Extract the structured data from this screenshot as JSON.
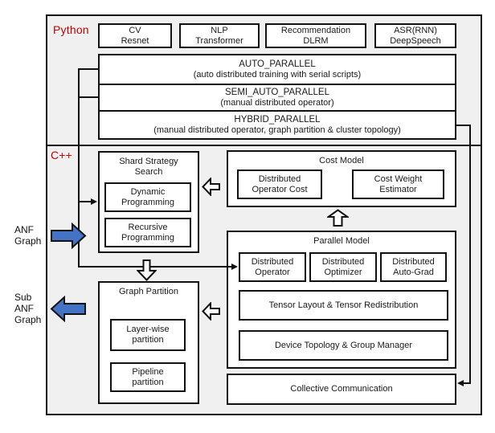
{
  "colors": {
    "accent_red": "#C00000",
    "arrow_blue": "#4472C4",
    "panel_gray": "#F0F0F0",
    "line_black": "#111111"
  },
  "sections": {
    "python_label": "Python",
    "cpp_label": "C++"
  },
  "frontends": [
    {
      "label": "CV\nResnet"
    },
    {
      "label": "NLP\nTransformer"
    },
    {
      "label": "Recommendation\nDLRM"
    },
    {
      "label": "ASR(RNN)\nDeepSpeech"
    }
  ],
  "parallel_modes": [
    {
      "title": "AUTO_PARALLEL",
      "subtitle": "(auto distributed training with serial scripts)"
    },
    {
      "title": "SEMI_AUTO_PARALLEL",
      "subtitle": "(manual distributed operator)"
    },
    {
      "title": "HYBRID_PARALLEL",
      "subtitle": "(manual distributed operator, graph partition & cluster topology)"
    }
  ],
  "shard_strategy": {
    "title": "Shard Strategy\nSearch",
    "dynamic": "Dynamic\nProgramming",
    "recursive": "Recursive\nProgramming"
  },
  "cost_model": {
    "title": "Cost Model",
    "operator_cost": "Distributed\nOperator Cost",
    "weight_estimator": "Cost Weight\nEstimator"
  },
  "parallel_model": {
    "title": "Parallel Model",
    "operator": "Distributed\nOperator",
    "optimizer": "Distributed\nOptimizer",
    "autograd": "Distributed\nAuto-Grad",
    "tensor": "Tensor Layout & Tensor Redistribution",
    "device": "Device Topology & Group Manager"
  },
  "graph_partition": {
    "title": "Graph Partition",
    "layerwise": "Layer-wise\npartition",
    "pipeline": "Pipeline\npartition"
  },
  "collective": {
    "title": "Collective Communication"
  },
  "io_labels": {
    "input": "ANF\nGraph",
    "output": "Sub\nANF\nGraph"
  }
}
